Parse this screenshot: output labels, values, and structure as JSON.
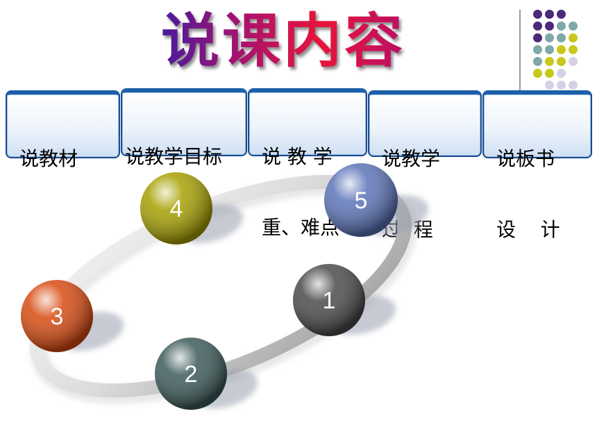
{
  "title": "说课内容",
  "tabs": [
    {
      "id": "teaching-material",
      "lines": [
        "说教材"
      ]
    },
    {
      "id": "teaching-goals",
      "lines": [
        "说教学目标"
      ]
    },
    {
      "id": "key-difficult-points",
      "lines": [
        "说 教 学",
        "重、难点"
      ]
    },
    {
      "id": "teaching-process",
      "lines": [
        "说教学",
        "过  程"
      ]
    },
    {
      "id": "blackboard-design",
      "lines": [
        "说板书",
        "设    计"
      ]
    }
  ],
  "balls": [
    {
      "label": "1",
      "color": "#4a4a4a"
    },
    {
      "label": "2",
      "color": "#3d5a5a"
    },
    {
      "label": "3",
      "color": "#d84a10"
    },
    {
      "label": "4",
      "color": "#a6a000"
    },
    {
      "label": "5",
      "color": "#5b73b8"
    }
  ],
  "colors": {
    "dot_purple": "#4b2a7a",
    "dot_teal": "#7fa8a8",
    "dot_yellow": "#c8c81a",
    "dot_lavender": "#d4d0e6",
    "tab_border": "#1a4b8e"
  }
}
